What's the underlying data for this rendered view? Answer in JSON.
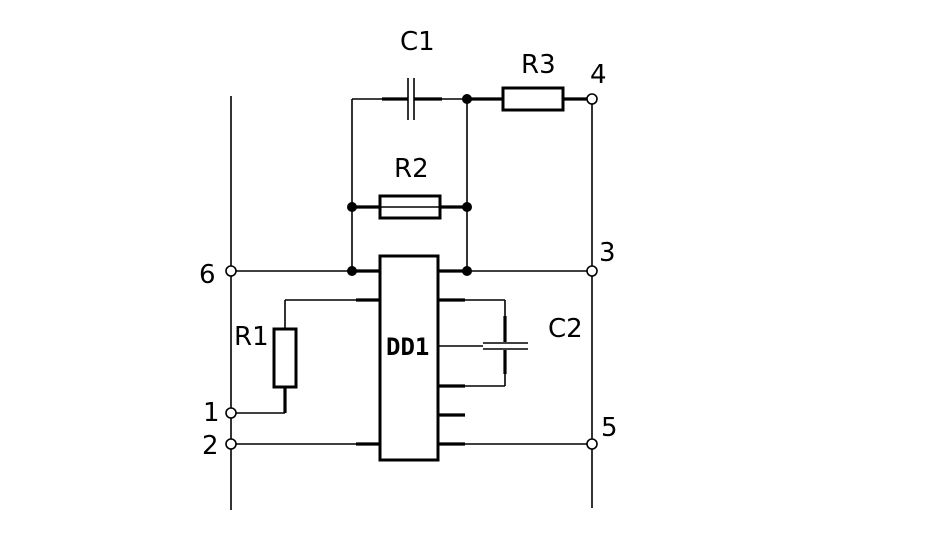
{
  "components": {
    "c1": "C1",
    "c2": "C2",
    "r1": "R1",
    "r2": "R2",
    "r3": "R3",
    "ic": "DD1"
  },
  "terminals": {
    "t1": "1",
    "t2": "2",
    "t3": "3",
    "t4": "4",
    "t5": "5",
    "t6": "6"
  }
}
